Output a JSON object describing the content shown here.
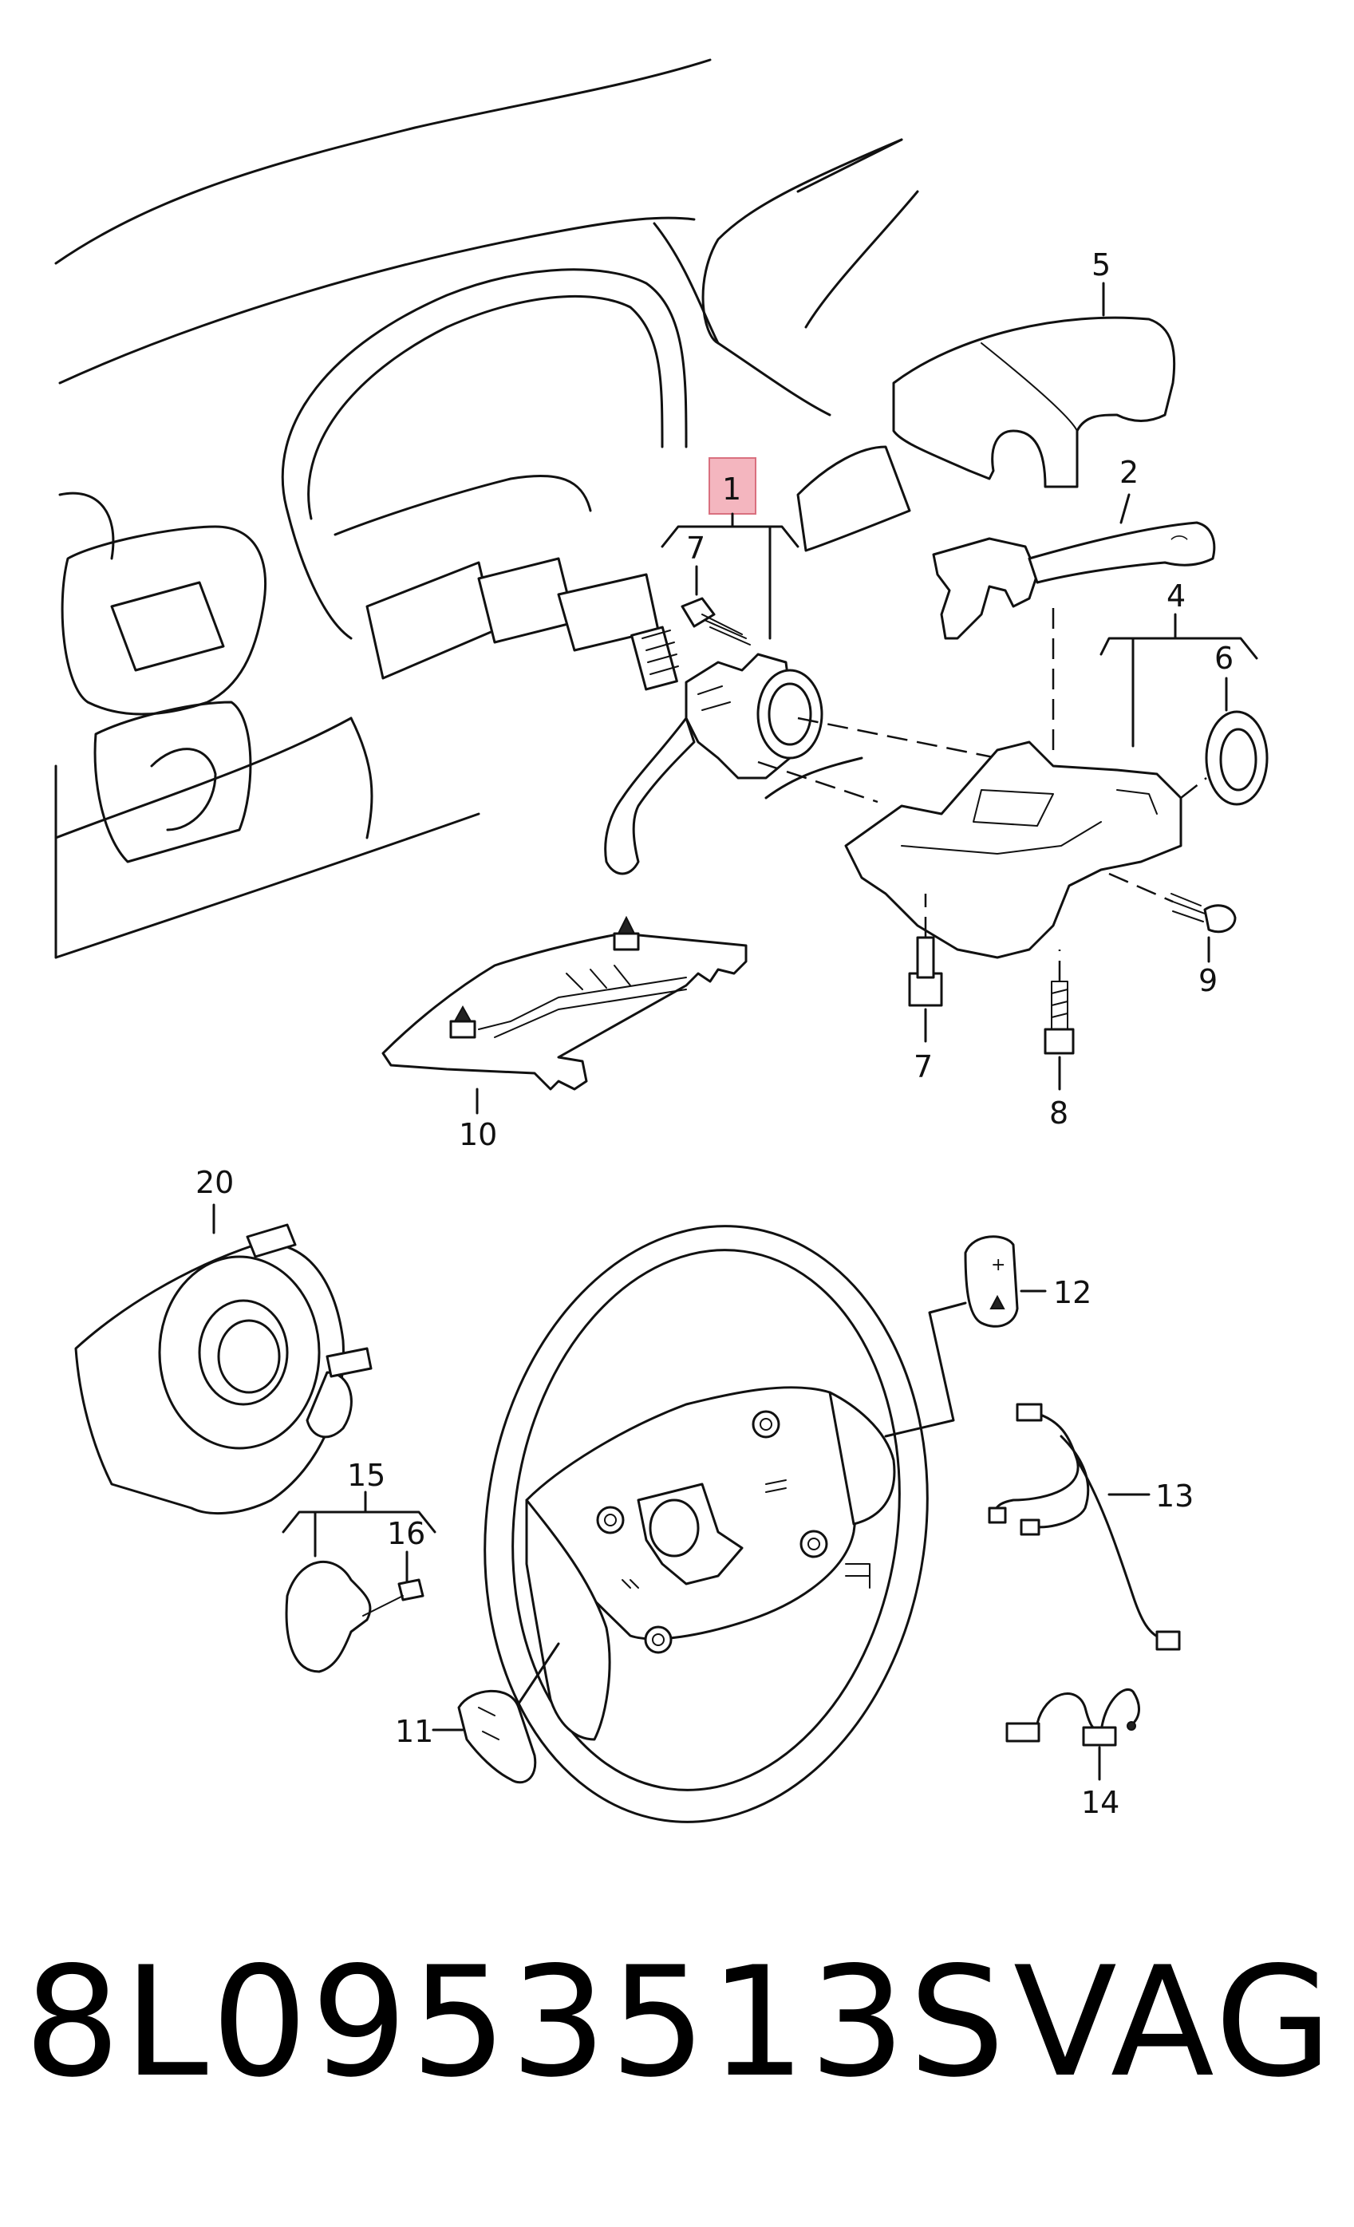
{
  "callouts": {
    "c1": "1",
    "c2": "2",
    "c4": "4",
    "c5": "5",
    "c6": "6",
    "c7a": "7",
    "c7b": "7",
    "c8": "8",
    "c9": "9",
    "c10": "10",
    "c11": "11",
    "c12": "12",
    "c13": "13",
    "c14": "14",
    "c15": "15",
    "c16": "16",
    "c20": "20"
  },
  "highlight_color": "#f4b6bf",
  "footer": {
    "part_number": "8L0953513S",
    "brand": "VAG"
  }
}
